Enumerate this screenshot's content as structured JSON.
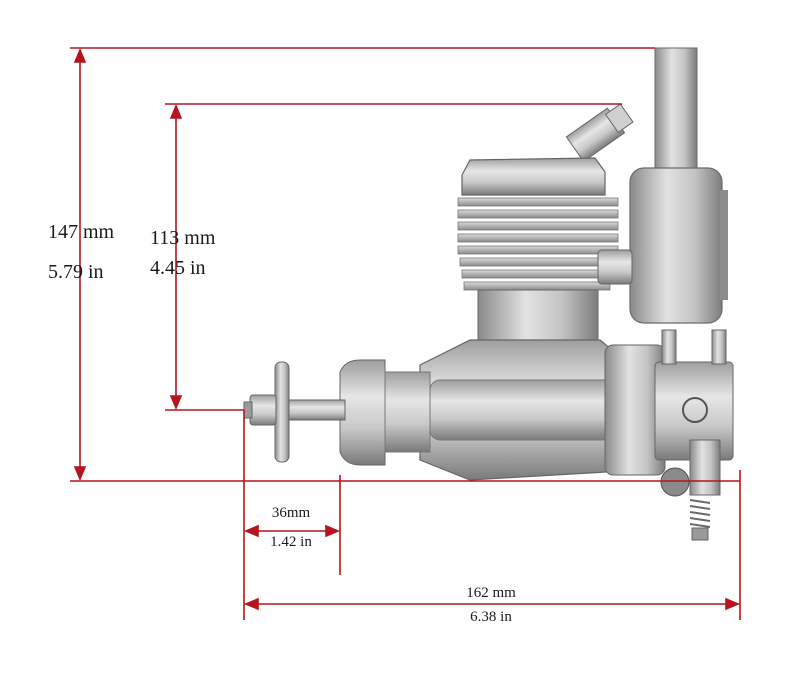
{
  "dimensions": {
    "height_total": {
      "metric": "147 mm",
      "imperial": "5.79 in"
    },
    "height_cylinder": {
      "metric": "113 mm",
      "imperial": "4.45 in"
    },
    "prop_offset": {
      "metric": "36mm",
      "imperial": "1.42 in"
    },
    "length_total": {
      "metric": "162 mm",
      "imperial": "6.38 in"
    }
  },
  "colors": {
    "dimension_line": "#b5151f",
    "metal_light": "#d8d8d8",
    "metal_mid": "#a9a9a9",
    "metal_dark": "#6f6f6f"
  }
}
